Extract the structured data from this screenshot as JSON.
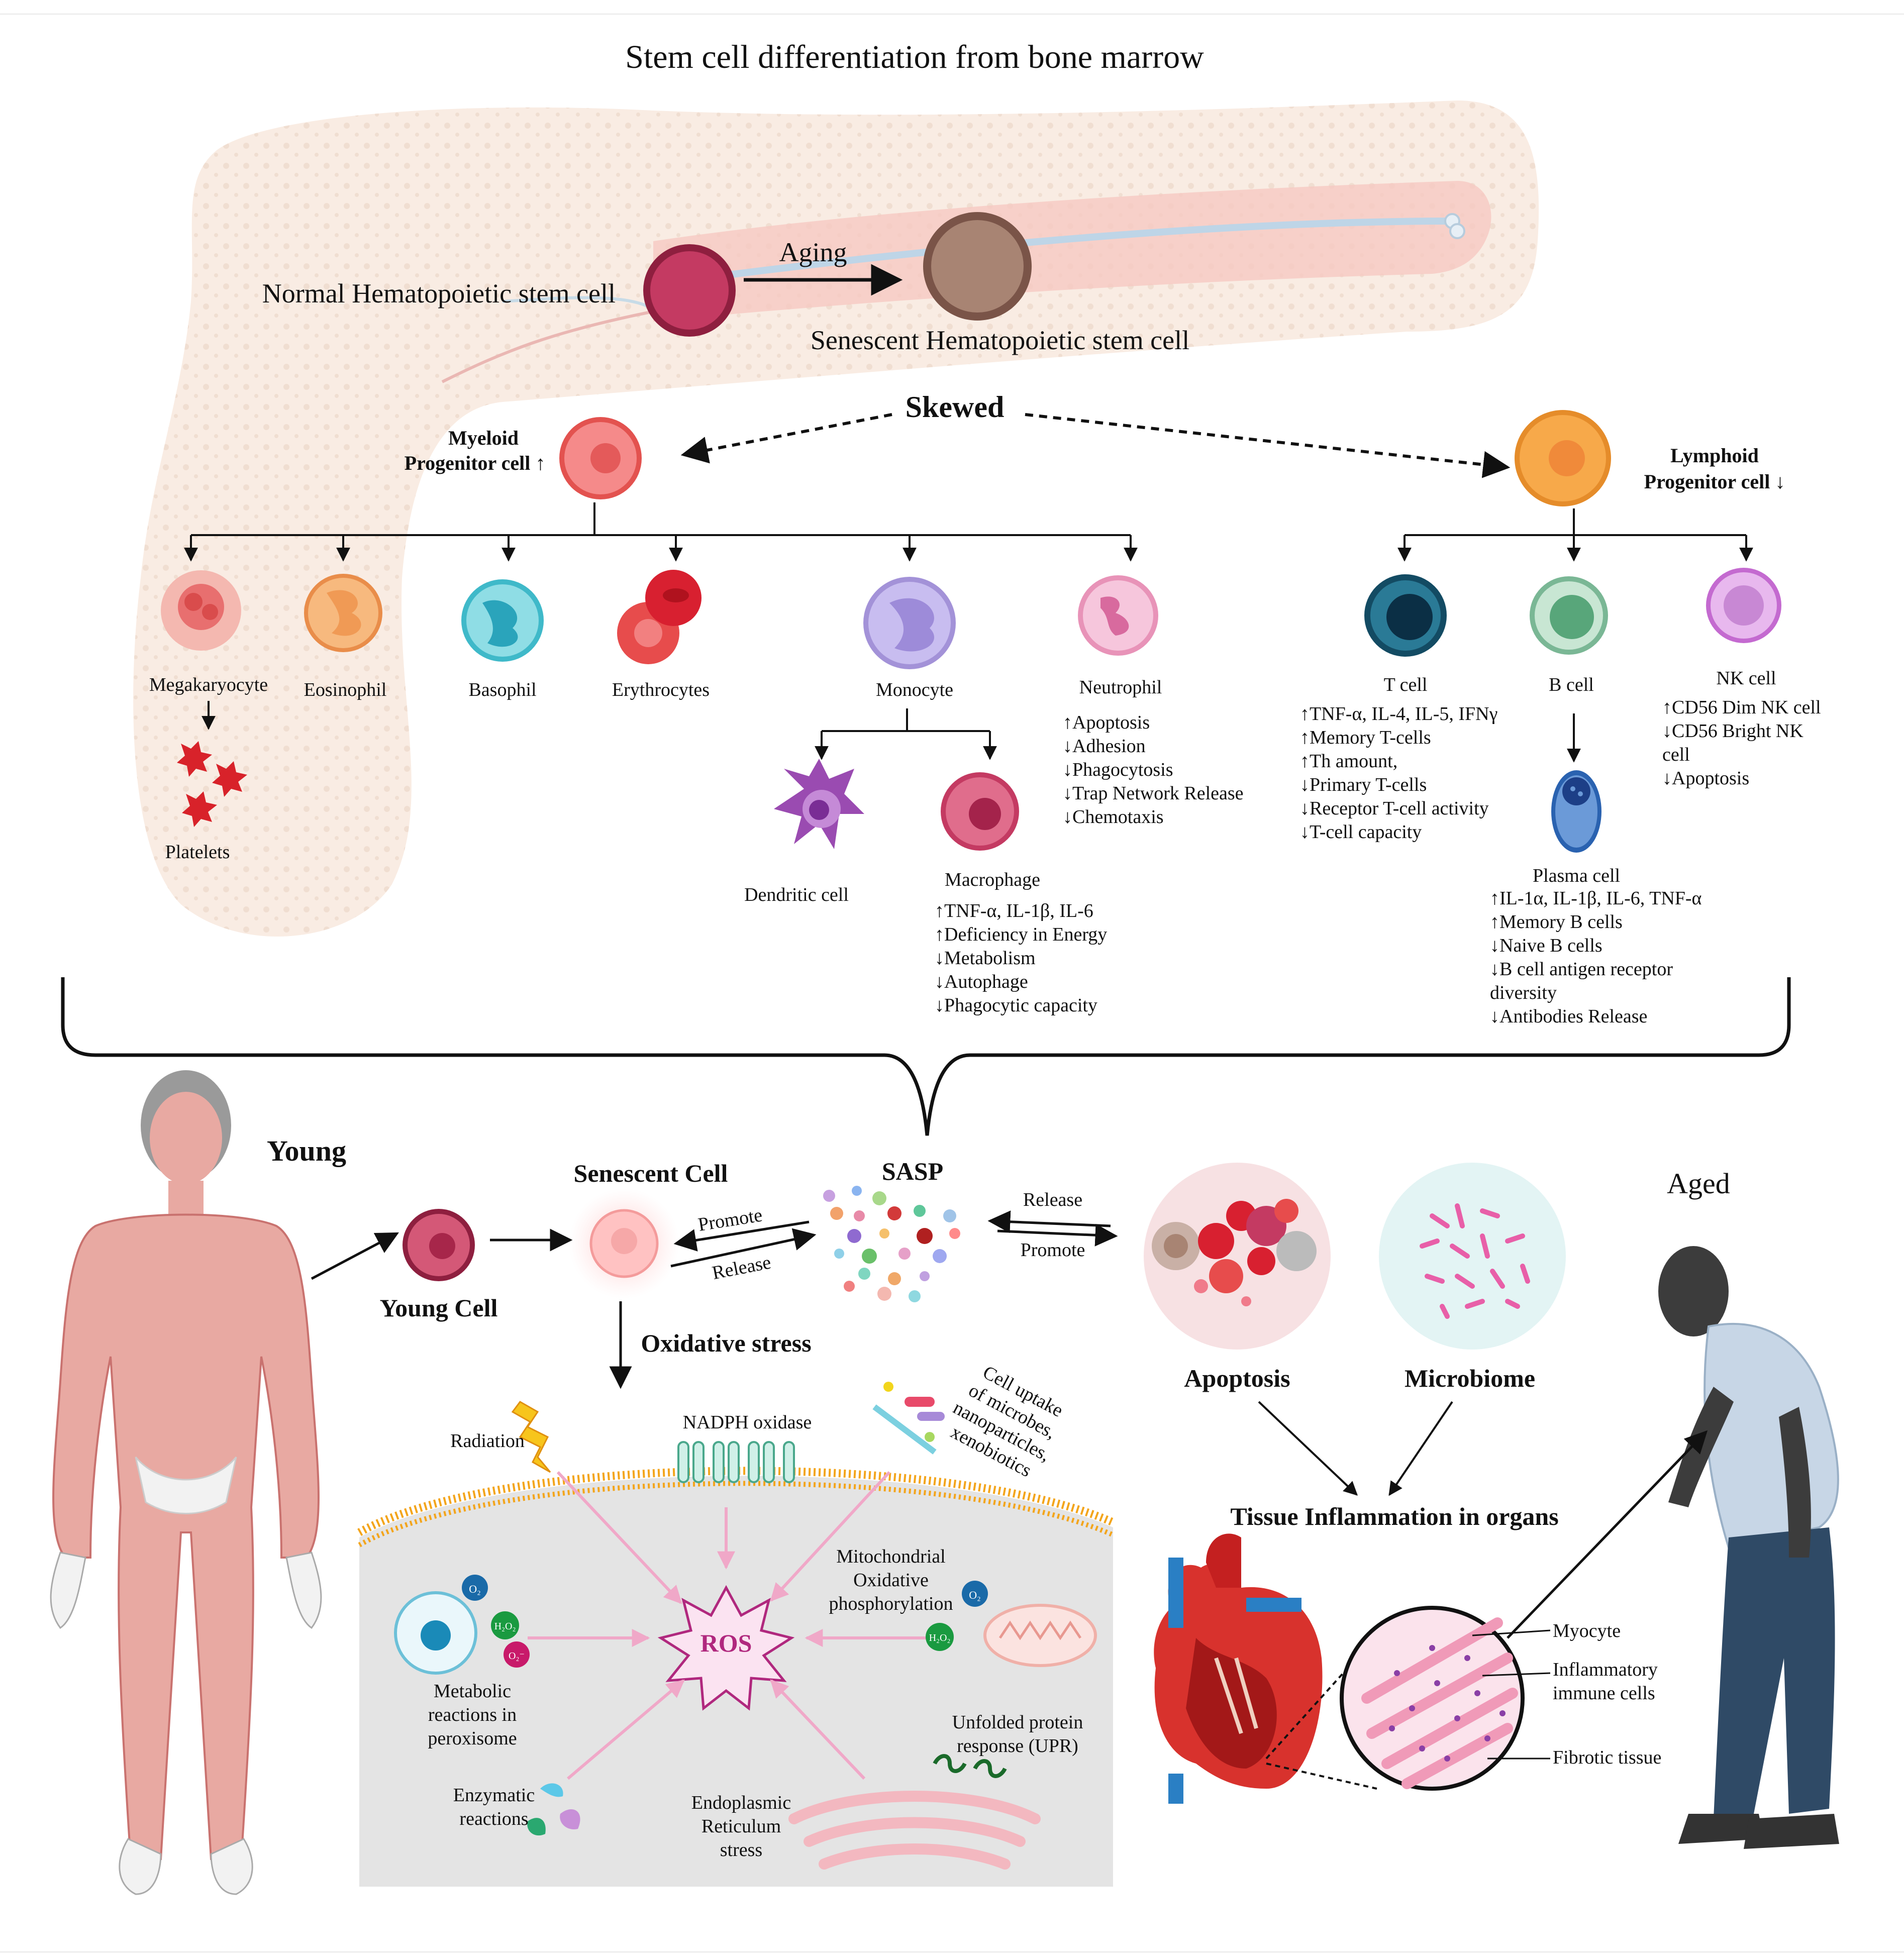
{
  "title": "Stem cell differentiation from bone marrow",
  "marrow": {
    "normal_hsc": "Normal Hematopoietic stem cell",
    "aging": "Aging",
    "senescent_hsc": "Senescent Hematopoietic stem cell",
    "skewed": "Skewed",
    "myeloid_line1": "Myeloid",
    "myeloid_line2": "Progenitor cell ↑",
    "lymphoid_line1": "Lymphoid",
    "lymphoid_line2": "Progenitor cell ↓"
  },
  "myeloid_cells": {
    "megakaryocyte": "Megakaryocyte",
    "platelets": "Platelets",
    "eosinophil": "Eosinophil",
    "basophil": "Basophil",
    "erythrocytes": "Erythrocytes",
    "monocyte": "Monocyte",
    "neutrophil": "Neutrophil",
    "dendritic": "Dendritic cell",
    "macrophage": "Macrophage"
  },
  "neutrophil_notes": [
    "↑Apoptosis",
    "↓Adhesion",
    "↓Phagocytosis",
    "↓Trap Network Release",
    "↓Chemotaxis"
  ],
  "macrophage_notes": [
    "↑TNF-α, IL-1β, IL-6",
    "↑Deficiency in Energy",
    "↓Metabolism",
    "↓Autophage",
    "↓Phagocytic capacity"
  ],
  "lymphoid_cells": {
    "t_cell": "T cell",
    "b_cell": "B cell",
    "nk_cell": "NK cell",
    "plasma_cell": "Plasma cell"
  },
  "t_cell_notes": [
    "↑TNF-α, IL-4, IL-5, IFNγ",
    "↑Memory T-cells",
    "↑Th amount,",
    "↓Primary T-cells",
    "↓Receptor T-cell activity",
    "↓T-cell capacity"
  ],
  "nk_notes": [
    "↑CD56 Dim NK cell",
    "↓CD56 Bright NK",
    "cell",
    "↓Apoptosis"
  ],
  "plasma_notes": [
    "↑IL-1α, IL-1β, IL-6, TNF-α",
    "↑Memory B cells",
    "↓Naive B cells",
    "↓B cell antigen receptor",
    "diversity",
    "↓Antibodies Release"
  ],
  "bottom": {
    "young": "Young",
    "young_cell": "Young Cell",
    "senescent_cell": "Senescent Cell",
    "sasp": "SASP",
    "promote": "Promote",
    "release": "Release",
    "release2": "Release",
    "promote2": "Promote",
    "oxidative_stress": "Oxidative stress",
    "apoptosis": "Apoptosis",
    "microbiome": "Microbiome",
    "tissue_inflammation": "Tissue Inflammation in organs",
    "aged": "Aged",
    "myocyte": "Myocyte",
    "inflammatory_line1": "Inflammatory",
    "inflammatory_line2": "immune cells",
    "fibrotic": "Fibrotic tissue"
  },
  "ros": {
    "center": "ROS",
    "radiation": "Radiation",
    "nadph": "NADPH oxidase",
    "uptake_lines": [
      "Cell uptake",
      "of microbes,",
      "nanoparticles,",
      "xenobiotics"
    ],
    "mito_lines": [
      "Mitochondrial",
      "Oxidative",
      "phosphorylation"
    ],
    "perox_lines": [
      "Metabolic",
      "reactions in",
      "peroxisome"
    ],
    "enzymatic_lines": [
      "Enzymatic",
      "reactions"
    ],
    "er_lines": [
      "Endoplasmic",
      "Reticulum",
      "stress"
    ],
    "upr_lines": [
      "Unfolded protein",
      "response (UPR)"
    ],
    "o2": "O₂",
    "h2o2": "H₂O₂",
    "o2minus": "O₂⁻"
  },
  "colors": {
    "bone": "#f5e4d6",
    "marrow": "#f2b8b0",
    "hsc": "#c43a62",
    "senescent": "#a88473",
    "myeloid": "#f58a8a",
    "lymphoid": "#f7a94a",
    "membrane": "#f3a51c",
    "cytoplasm": "#e4e4e4",
    "ros": "#b0287e"
  }
}
